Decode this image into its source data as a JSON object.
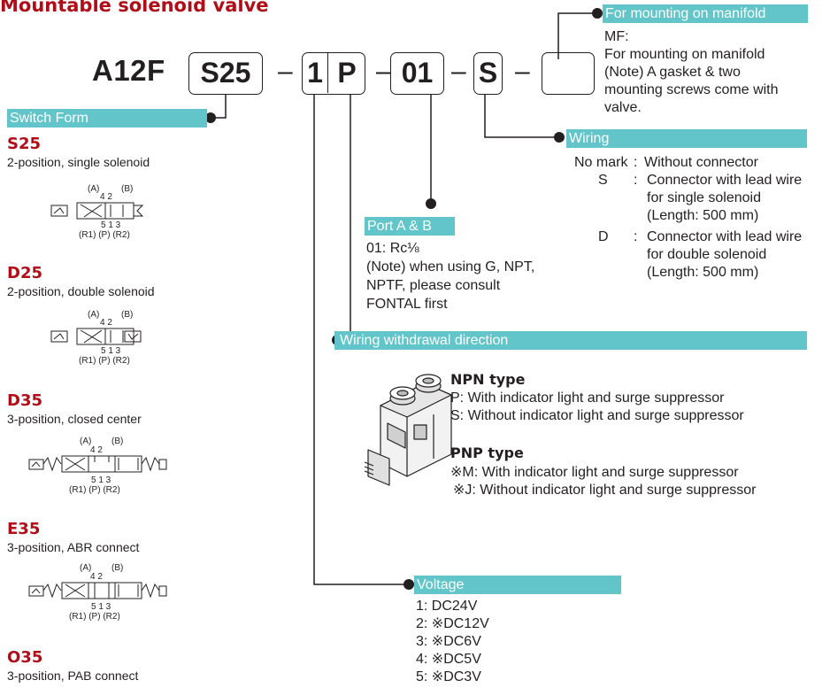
{
  "title": "Mountable solenoid valve",
  "model": {
    "prefix": "A12F",
    "boxes": [
      "S25",
      "1",
      "P",
      "01",
      "S",
      ""
    ],
    "dash": "–"
  },
  "manifold": {
    "tag": "For mounting on manifold",
    "lines": [
      "MF:",
      "For mounting on manifold",
      "(Note) A gasket & two",
      "mounting screws come with",
      "valve."
    ]
  },
  "switch_form": {
    "tag": "Switch Form",
    "items": [
      {
        "name": "S25",
        "desc": "2-position, single solenoid"
      },
      {
        "name": "D25",
        "desc": "2-position, double solenoid"
      },
      {
        "name": "D35",
        "desc": "3-position, closed center"
      },
      {
        "name": "E35",
        "desc": "3-position, ABR connect"
      },
      {
        "name": "O35",
        "desc": "3-position, PAB connect"
      }
    ],
    "symbol_labels": {
      "a": "(A)",
      "b": "(B)",
      "top": "4 2",
      "bottom": "5 1 3",
      "ports": "(R1) (P) (R2)"
    }
  },
  "wiring": {
    "tag": "Wiring",
    "rows": [
      {
        "key": "No mark",
        "sep": ":",
        "lines": [
          "Without connector"
        ]
      },
      {
        "key": "S",
        "sep": ":",
        "lines": [
          "Connector with lead wire",
          "for single solenoid",
          "(Length: 500 mm)"
        ]
      },
      {
        "key": "D",
        "sep": ":",
        "lines": [
          "Connector with lead wire",
          "for double solenoid",
          "(Length: 500 mm)"
        ]
      }
    ]
  },
  "port": {
    "tag": "Port A & B",
    "lines": [
      "01: Rc⅛",
      "(Note) when using G, NPT,",
      "NPTF, please consult",
      "FONTAL first"
    ]
  },
  "withdrawal": {
    "tag": "Wiring withdrawal direction",
    "npn": {
      "title": "NPN type",
      "lines": [
        "P: With indicator light and surge suppressor",
        "S: Without indicator light and surge suppressor"
      ]
    },
    "pnp": {
      "title": "PNP type",
      "lines": [
        "※M: With indicator light and surge suppressor",
        "※J: Without indicator light and surge suppressor"
      ]
    }
  },
  "voltage": {
    "tag": "Voltage",
    "items": [
      "1: DC24V",
      "2: ※DC12V",
      "3: ※DC6V",
      "4: ※DC5V",
      "5: ※DC3V"
    ]
  },
  "colors": {
    "accent": "#62c5c9",
    "brand_red": "#b00d19",
    "ink": "#231f20"
  }
}
